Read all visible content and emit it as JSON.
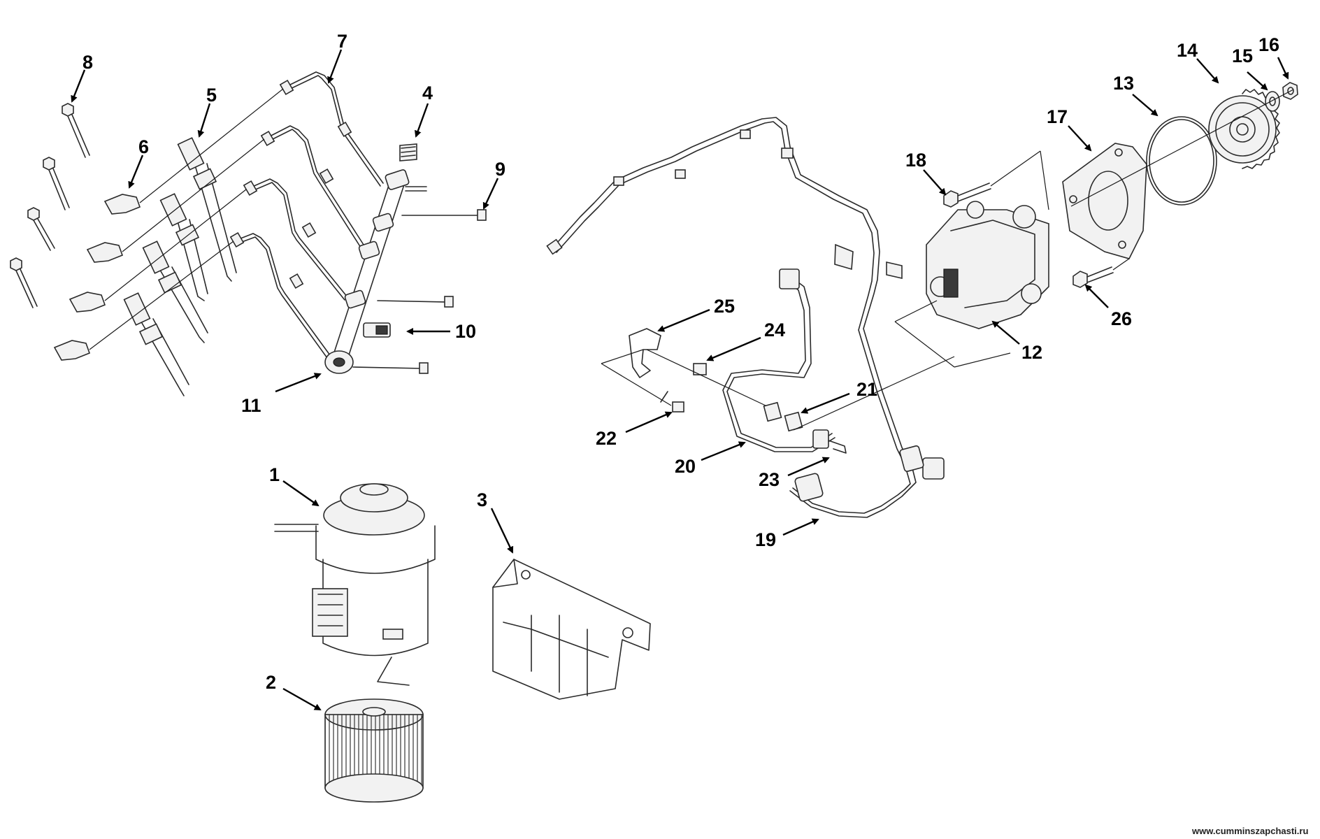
{
  "callouts": {
    "c1": "1",
    "c2": "2",
    "c3": "3",
    "c4": "4",
    "c5": "5",
    "c6": "6",
    "c7": "7",
    "c8": "8",
    "c9": "9",
    "c10": "10",
    "c11": "11",
    "c12": "12",
    "c13": "13",
    "c14": "14",
    "c15": "15",
    "c16": "16",
    "c17": "17",
    "c18": "18",
    "c19": "19",
    "c20": "20",
    "c21": "21",
    "c22": "22",
    "c23": "23",
    "c24": "24",
    "c25": "25",
    "c26": "26"
  },
  "watermark": "www.cumminszapchasti.ru"
}
